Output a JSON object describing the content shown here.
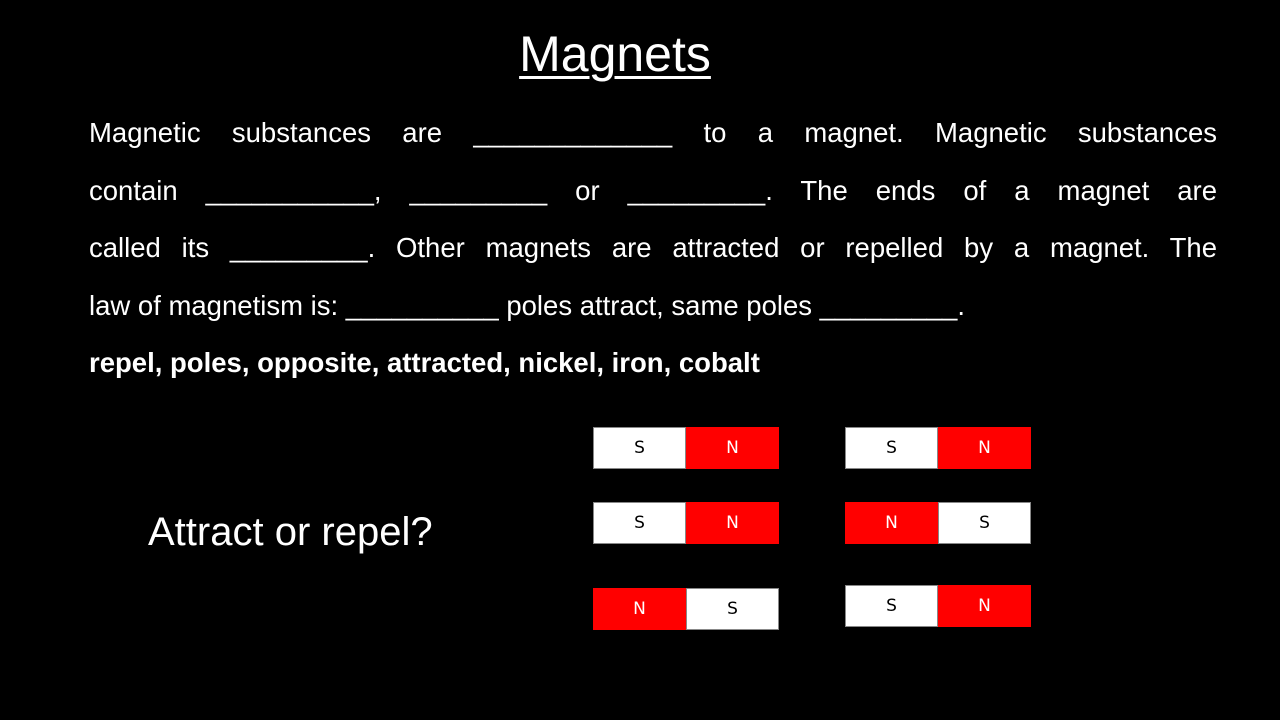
{
  "slide": {
    "title": "Magnets",
    "paragraph_lines": [
      "Magnetic substances are _____________ to a magnet. Magnetic substances",
      "contain ___________, _________ or _________. The ends of a magnet are",
      "called its _________. Other magnets are attracted or repelled by a magnet. The",
      "law of magnetism is: __________ poles attract, same poles _________."
    ],
    "word_bank": "repel, poles, opposite, attracted, nickel, iron, cobalt",
    "question": "Attract or repel?"
  },
  "magnets": [
    {
      "left_pole": "S",
      "right_pole": "N"
    },
    {
      "left_pole": "S",
      "right_pole": "N"
    },
    {
      "left_pole": "N",
      "right_pole": "S"
    },
    {
      "left_pole": "S",
      "right_pole": "N"
    },
    {
      "left_pole": "N",
      "right_pole": "S"
    },
    {
      "left_pole": "S",
      "right_pole": "N"
    }
  ],
  "colors": {
    "background": "#000000",
    "text": "#ffffff",
    "north_pole": "#ff0000",
    "south_pole": "#ffffff"
  }
}
